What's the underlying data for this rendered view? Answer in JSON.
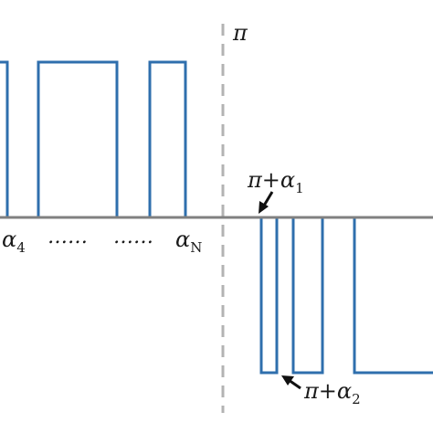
{
  "labels": {
    "pi": "π",
    "alpha_4": {
      "main": "α",
      "sub": "4"
    },
    "dots_1": "……",
    "dots_2": "……",
    "alpha_N": {
      "main": "α",
      "sub": "N"
    },
    "pi_plus_alpha_1": {
      "prefix": "π+",
      "main": "α",
      "sub": "1"
    },
    "pi_plus_alpha_2": {
      "prefix": "π+",
      "main": "α",
      "sub": "2"
    }
  },
  "colors": {
    "pulse": "#2f6fad",
    "axis": "#808080",
    "divider": "#b3b3b3",
    "arrow": "#111111",
    "text": "#1a1a1a"
  }
}
